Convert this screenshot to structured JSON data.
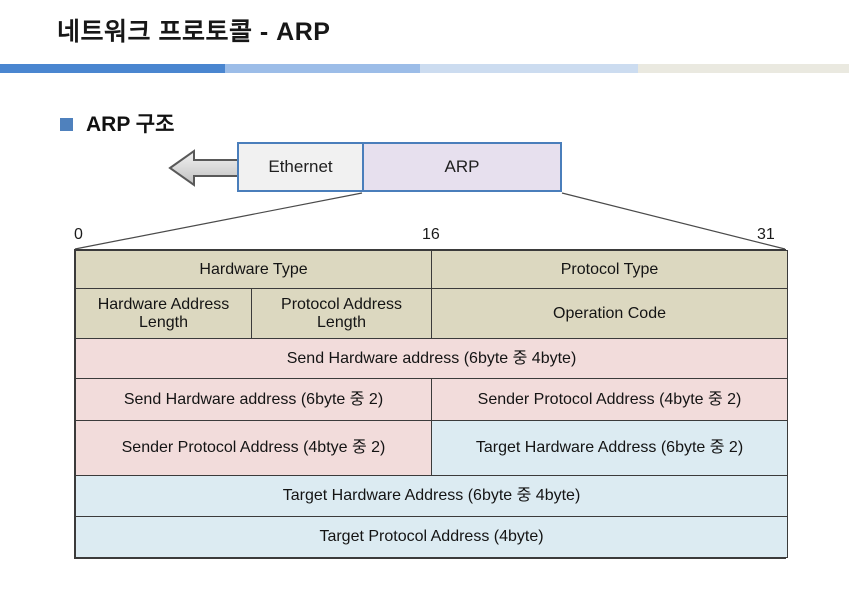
{
  "slide": {
    "title": "네트워크 프로토콜 - ARP",
    "divider_colors": [
      "#4a86d0",
      "#9cbde8",
      "#ccdcf0",
      "#eae9e0"
    ]
  },
  "section": {
    "bullet_label": "ARP 구조",
    "bullet_color": "#4f81bd"
  },
  "packet": {
    "ethernet_label": "Ethernet",
    "arp_label": "ARP",
    "ethernet_fill": "#f1f1f1",
    "arp_fill": "#e7e0ee",
    "border_color": "#4a7ebb"
  },
  "ruler": {
    "ticks": [
      "0",
      "16",
      "31"
    ]
  },
  "colors": {
    "beige": "#dcd8c0",
    "pink": "#f2dcdb",
    "blue": "#dcebf2",
    "grid": "#3b3b3b"
  },
  "packet_table": {
    "rows": [
      {
        "fill": "beige",
        "cells": [
          {
            "text": "Hardware Type",
            "span": 2
          },
          {
            "text": "Protocol Type",
            "span": 2
          }
        ]
      },
      {
        "fill": "beige",
        "cells": [
          {
            "text": "Hardware Address Length",
            "span": 1
          },
          {
            "text": "Protocol Address Length",
            "span": 1
          },
          {
            "text": "Operation Code",
            "span": 2
          }
        ]
      },
      {
        "fill": "pink",
        "cells": [
          {
            "text": "Send Hardware address (6byte 중 4byte)",
            "span": 4
          }
        ]
      },
      {
        "fill": "pink",
        "cells": [
          {
            "text": "Send Hardware address (6byte 중 2)",
            "span": 2
          },
          {
            "text": "Sender Protocol Address (4byte 중 2)",
            "span": 2
          }
        ]
      },
      {
        "fill": "mixed",
        "cells": [
          {
            "text": "Sender Protocol Address (4btye 중 2)",
            "span": 2,
            "fill": "pink"
          },
          {
            "text": "Target Hardware Address (6byte 중 2)",
            "span": 2,
            "fill": "blue"
          }
        ]
      },
      {
        "fill": "blue",
        "cells": [
          {
            "text": "Target Hardware Address (6byte 중 4byte)",
            "span": 4
          }
        ]
      },
      {
        "fill": "blue",
        "cells": [
          {
            "text": "Target Protocol Address (4byte)",
            "span": 4
          }
        ]
      }
    ]
  }
}
